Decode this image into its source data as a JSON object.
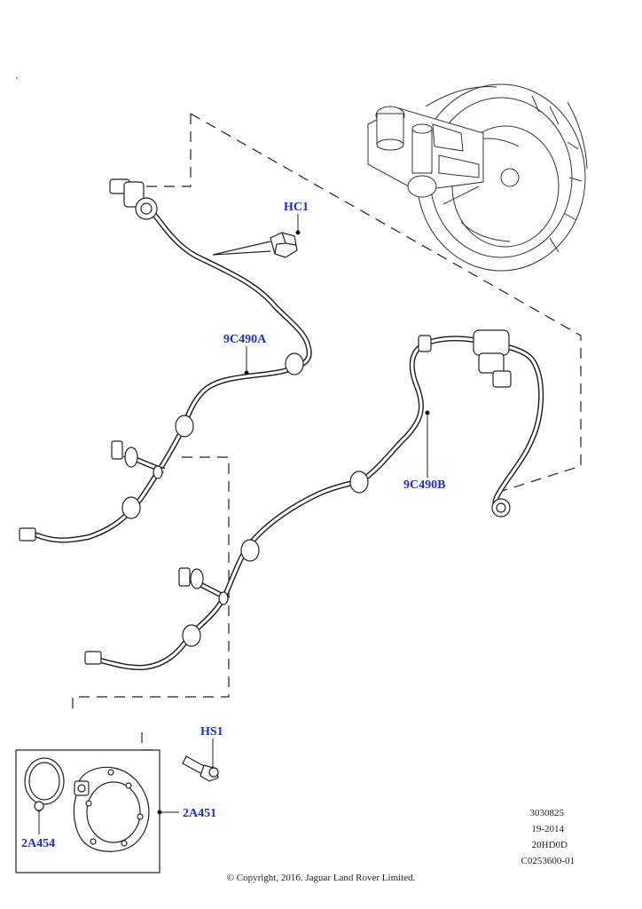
{
  "callouts": {
    "hc1": "HC1",
    "pipe_a": "9C490A",
    "pipe_b": "9C490B",
    "hs1": "HS1",
    "pump": "2A451",
    "seal": "2A454"
  },
  "reference": {
    "line1": "3030825",
    "line2": "19-2014",
    "line3": "20HD0D",
    "line4": "C0253600-01"
  },
  "copyright": "© Copyright, 2016. Jaguar Land Rover Limited.",
  "colors": {
    "callout": "#1a2fd0",
    "line": "#1a1a1a",
    "part_fill": "#ffffff"
  }
}
